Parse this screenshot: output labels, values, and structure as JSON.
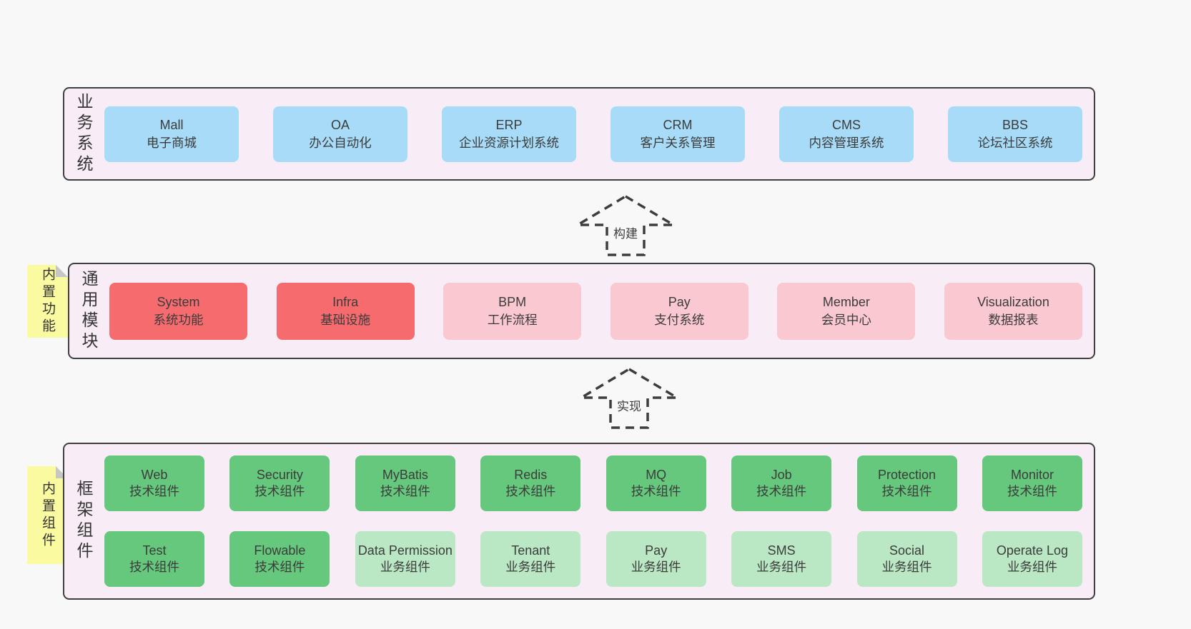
{
  "colors": {
    "page_bg": "#f8f8f8",
    "band_bg": "#f8edf6",
    "band_border": "#3f3f3f",
    "blue": "#a7dbf7",
    "red": "#f56b6e",
    "pink": "#f9c8d1",
    "green": "#66c87c",
    "green_light": "#bae7c4",
    "sticky_bg": "#fafaa0",
    "arrow_stroke": "#3d3d3d"
  },
  "arrows": [
    {
      "label": "构建"
    },
    {
      "label": "实现"
    }
  ],
  "bands": [
    {
      "label": "业务系统",
      "boxes": [
        {
          "name": "Mall",
          "subtitle": "电子商城"
        },
        {
          "name": "OA",
          "subtitle": "办公自动化"
        },
        {
          "name": "ERP",
          "subtitle": "企业资源计划系统"
        },
        {
          "name": "CRM",
          "subtitle": "客户关系管理"
        },
        {
          "name": "CMS",
          "subtitle": "内容管理系统"
        },
        {
          "name": "BBS",
          "subtitle": "论坛社区系统"
        }
      ]
    },
    {
      "label": "通用模块",
      "sticky": "内置功能",
      "boxes": [
        {
          "name": "System",
          "subtitle": "系统功能",
          "variant": "red"
        },
        {
          "name": "Infra",
          "subtitle": "基础设施",
          "variant": "red"
        },
        {
          "name": "BPM",
          "subtitle": "工作流程",
          "variant": "pink"
        },
        {
          "name": "Pay",
          "subtitle": "支付系统",
          "variant": "pink"
        },
        {
          "name": "Member",
          "subtitle": "会员中心",
          "variant": "pink"
        },
        {
          "name": "Visualization",
          "subtitle": "数据报表",
          "variant": "pink"
        }
      ]
    },
    {
      "label": "框架组件",
      "sticky": "内置组件",
      "rows": [
        [
          {
            "name": "Web",
            "subtitle": "技术组件",
            "variant": "green"
          },
          {
            "name": "Security",
            "subtitle": "技术组件",
            "variant": "green"
          },
          {
            "name": "MyBatis",
            "subtitle": "技术组件",
            "variant": "green"
          },
          {
            "name": "Redis",
            "subtitle": "技术组件",
            "variant": "green"
          },
          {
            "name": "MQ",
            "subtitle": "技术组件",
            "variant": "green"
          },
          {
            "name": "Job",
            "subtitle": "技术组件",
            "variant": "green"
          },
          {
            "name": "Protection",
            "subtitle": "技术组件",
            "variant": "green"
          },
          {
            "name": "Monitor",
            "subtitle": "技术组件",
            "variant": "green"
          }
        ],
        [
          {
            "name": "Test",
            "subtitle": "技术组件",
            "variant": "green"
          },
          {
            "name": "Flowable",
            "subtitle": "技术组件",
            "variant": "green"
          },
          {
            "name": "Data Permission",
            "subtitle": "业务组件",
            "variant": "green-light"
          },
          {
            "name": "Tenant",
            "subtitle": "业务组件",
            "variant": "green-light"
          },
          {
            "name": "Pay",
            "subtitle": "业务组件",
            "variant": "green-light"
          },
          {
            "name": "SMS",
            "subtitle": "业务组件",
            "variant": "green-light"
          },
          {
            "name": "Social",
            "subtitle": "业务组件",
            "variant": "green-light"
          },
          {
            "name": "Operate Log",
            "subtitle": "业务组件",
            "variant": "green-light"
          }
        ]
      ]
    }
  ]
}
